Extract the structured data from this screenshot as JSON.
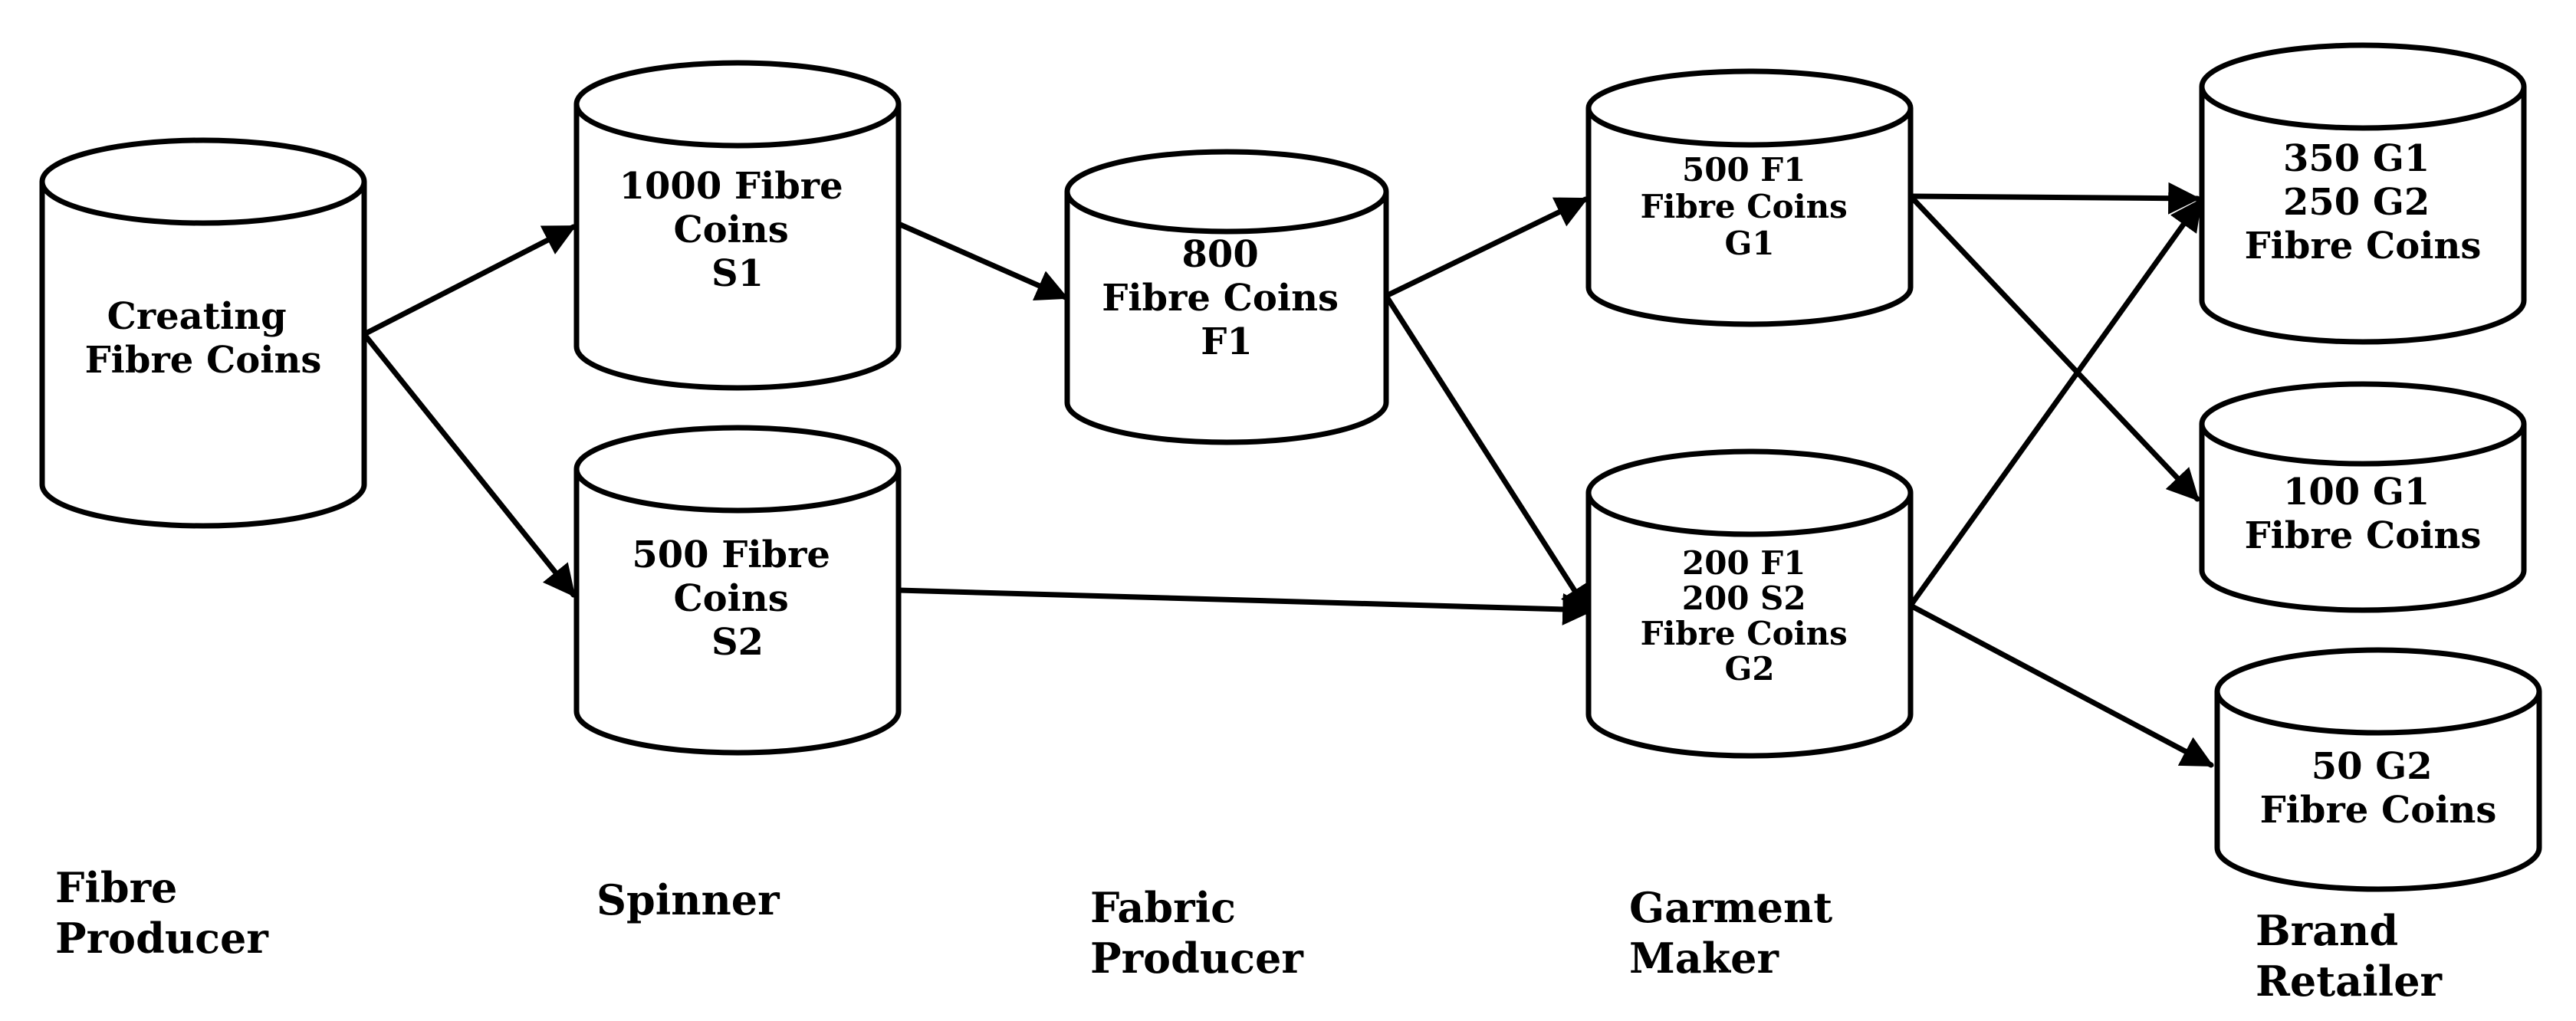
{
  "nodes": {
    "fibre_producer": {
      "lines": [
        "Creating",
        "Fibre Coins"
      ]
    },
    "spinner_s1": {
      "lines": [
        "1000 Fibre",
        "Coins",
        "S1"
      ]
    },
    "spinner_s2": {
      "lines": [
        "500 Fibre",
        "Coins",
        "S2"
      ]
    },
    "fabric_f1": {
      "lines": [
        "800",
        "Fibre Coins",
        "F1"
      ]
    },
    "garment_g1": {
      "lines": [
        "500 F1",
        "Fibre Coins",
        "G1"
      ]
    },
    "garment_g2": {
      "lines": [
        "200 F1",
        "200 S2",
        "Fibre Coins",
        "G2"
      ]
    },
    "retailer_1": {
      "lines": [
        "350 G1",
        "250 G2",
        "Fibre Coins"
      ]
    },
    "retailer_2": {
      "lines": [
        "100 G1",
        "Fibre Coins"
      ]
    },
    "retailer_3": {
      "lines": [
        "50 G2",
        "Fibre Coins"
      ]
    }
  },
  "stages": {
    "fibre_producer": [
      "Fibre",
      "Producer"
    ],
    "spinner": [
      "Spinner"
    ],
    "fabric_producer": [
      "Fabric",
      "Producer"
    ],
    "garment_maker": [
      "Garment",
      "Maker"
    ],
    "brand_retailer": [
      "Brand",
      "Retailer"
    ]
  },
  "edges": [
    {
      "from": "fibre_producer",
      "to": "spinner_s1"
    },
    {
      "from": "fibre_producer",
      "to": "spinner_s2"
    },
    {
      "from": "spinner_s1",
      "to": "fabric_f1"
    },
    {
      "from": "fabric_f1",
      "to": "garment_g1"
    },
    {
      "from": "fabric_f1",
      "to": "garment_g2"
    },
    {
      "from": "spinner_s2",
      "to": "garment_g2"
    },
    {
      "from": "garment_g1",
      "to": "retailer_1"
    },
    {
      "from": "garment_g1",
      "to": "retailer_2"
    },
    {
      "from": "garment_g2",
      "to": "retailer_1"
    },
    {
      "from": "garment_g2",
      "to": "retailer_3"
    }
  ],
  "colors": {
    "stroke": "#000000",
    "fill": "#ffffff",
    "text": "#000000"
  }
}
